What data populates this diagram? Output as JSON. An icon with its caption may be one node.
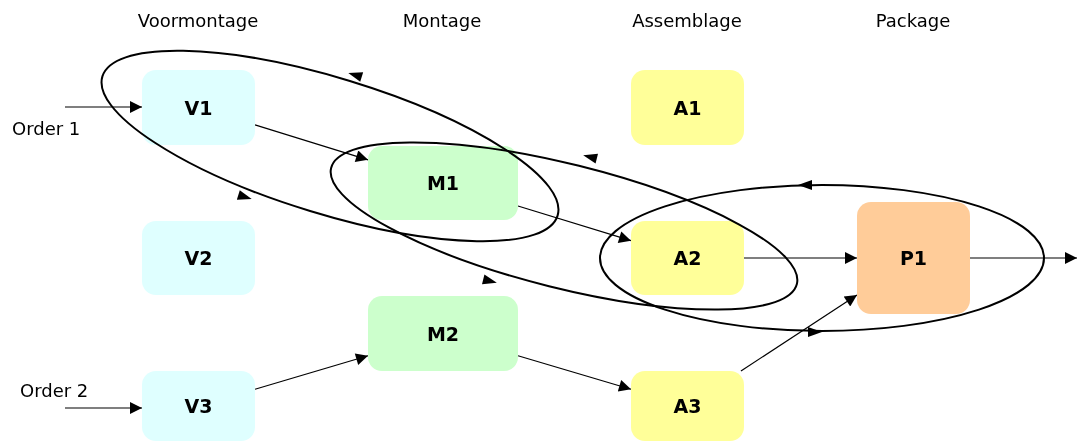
{
  "diagram": {
    "nodes": [
      {
        "text": [
          "V1"
        ]
      },
      {
        "text": [
          "M1"
        ]
      },
      {
        "text": [
          "A1"
        ]
      },
      {
        "text": [
          "V2"
        ]
      },
      {
        "text": [
          "A2"
        ]
      },
      {
        "text": [
          "P1"
        ]
      },
      {
        "text": [
          "M2"
        ]
      },
      {
        "text": [
          "V3"
        ]
      },
      {
        "text": [
          "A3"
        ]
      }
    ],
    "edges": [
      {
        "from": null,
        "to": 0,
        "arrow": "to"
      },
      {
        "from": 0,
        "to": 1,
        "arrow": "to"
      },
      {
        "from": 1,
        "to": 4,
        "arrow": "to"
      },
      {
        "from": 4,
        "to": 5,
        "arrow": "to"
      },
      {
        "from": 5,
        "to": null,
        "arrow": "to"
      },
      {
        "from": null,
        "to": 7,
        "arrow": "to"
      },
      {
        "from": 7,
        "to": 6,
        "arrow": "to"
      },
      {
        "from": 6,
        "to": 8,
        "arrow": "to"
      },
      {
        "from": 8,
        "to": 5,
        "arrow": "to"
      }
    ],
    "labels": [
      "Voormontage",
      "Montage",
      "Assemblage",
      "Package",
      "Order 1",
      "Order 2"
    ]
  }
}
